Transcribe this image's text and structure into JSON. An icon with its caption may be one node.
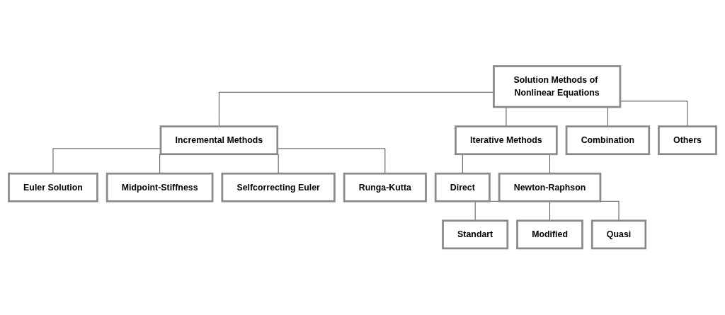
{
  "diagram": {
    "nodes": [
      {
        "text": [
          "Solution Methods of Nonlinear Equations"
        ]
      },
      {
        "text": [
          "Incremental Methods"
        ]
      },
      {
        "text": [
          "Iterative Methods"
        ]
      },
      {
        "text": [
          "Combination"
        ]
      },
      {
        "text": [
          "Others"
        ]
      },
      {
        "text": [
          "Euler Solution"
        ]
      },
      {
        "text": [
          "Midpoint-Stiffness"
        ]
      },
      {
        "text": [
          "Selfcorrecting Euler"
        ]
      },
      {
        "text": [
          "Runga-Kutta"
        ]
      },
      {
        "text": [
          "Direct"
        ]
      },
      {
        "text": [
          "Newton-Raphson"
        ]
      },
      {
        "text": [
          "Standart"
        ]
      },
      {
        "text": [
          "Modified"
        ]
      },
      {
        "text": [
          "Quasi"
        ]
      }
    ],
    "edges": [
      {
        "from": 0,
        "to": 1,
        "arrow": "none"
      },
      {
        "from": 0,
        "to": 2,
        "arrow": "none"
      },
      {
        "from": 0,
        "to": 3,
        "arrow": "none"
      },
      {
        "from": 0,
        "to": 4,
        "arrow": "none"
      },
      {
        "from": 1,
        "to": 5,
        "arrow": "none"
      },
      {
        "from": 1,
        "to": 6,
        "arrow": "none"
      },
      {
        "from": 1,
        "to": 7,
        "arrow": "none"
      },
      {
        "from": 1,
        "to": 8,
        "arrow": "none"
      },
      {
        "from": 2,
        "to": 9,
        "arrow": "none"
      },
      {
        "from": 2,
        "to": 10,
        "arrow": "none"
      },
      {
        "from": 10,
        "to": 11,
        "arrow": "none"
      },
      {
        "from": 10,
        "to": 12,
        "arrow": "none"
      },
      {
        "from": 10,
        "to": 13,
        "arrow": "none"
      }
    ]
  }
}
